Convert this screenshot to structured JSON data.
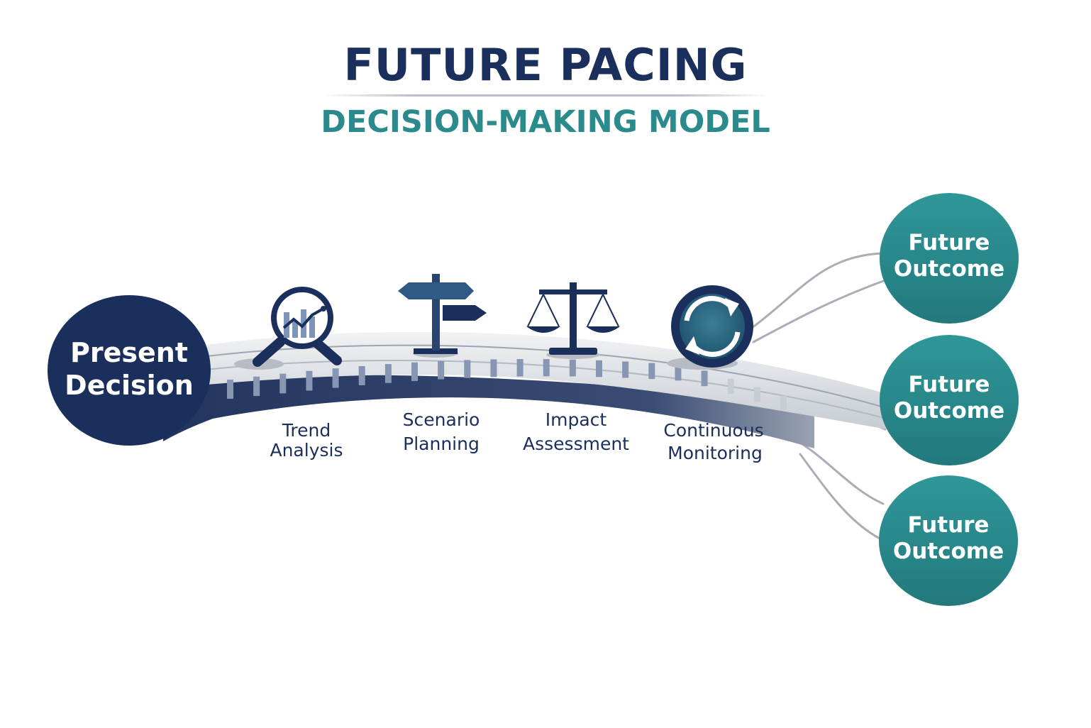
{
  "title": "FUTURE PACING",
  "subtitle": "DECISION-MAKING MODEL",
  "start_node": {
    "line1": "Present",
    "line2": "Decision"
  },
  "steps": [
    {
      "icon": "magnifier-chart-icon",
      "line1": "Trend",
      "line2": "Analysis"
    },
    {
      "icon": "signpost-icon",
      "line1": "Scenario",
      "line2": "Planning"
    },
    {
      "icon": "balance-scale-icon",
      "line1": "Impact",
      "line2": "Assessment"
    },
    {
      "icon": "refresh-cycle-icon",
      "line1": "Continuous",
      "line2": "Monitoring"
    }
  ],
  "outcomes": [
    {
      "line1": "Future",
      "line2": "Outcome"
    },
    {
      "line1": "Future",
      "line2": "Outcome"
    },
    {
      "line1": "Future",
      "line2": "Outcome"
    }
  ],
  "colors": {
    "navy": "#1b2f5c",
    "teal": "#2a8a8c",
    "track": "#cfd3d9"
  }
}
